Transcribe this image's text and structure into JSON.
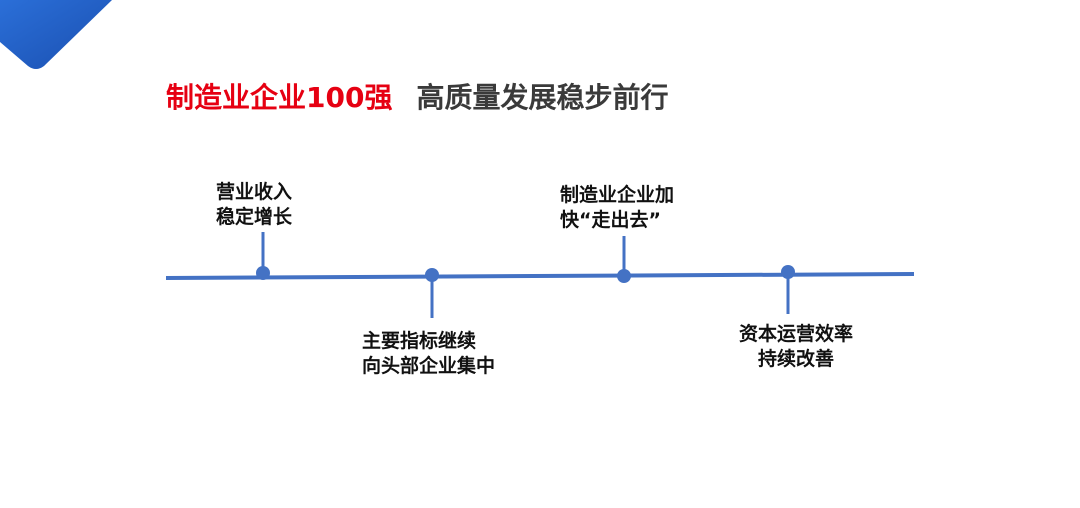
{
  "title": {
    "main": "制造业企业100强",
    "sub": "高质量发展稳步前行"
  },
  "milestones": [
    {
      "line1": "营业收入",
      "line2": "稳定增长"
    },
    {
      "line1": "主要指标继续",
      "line2": "向头部企业集中"
    },
    {
      "line1": "制造业企业加",
      "line2": "快“走出去”"
    },
    {
      "line1": "资本运营效率",
      "line2": "持续改善"
    }
  ],
  "colors": {
    "accent": "#4472c4",
    "title_red": "#e60012",
    "title_gray": "#3a3a3a",
    "corner_blue": "#1f5fc8"
  }
}
